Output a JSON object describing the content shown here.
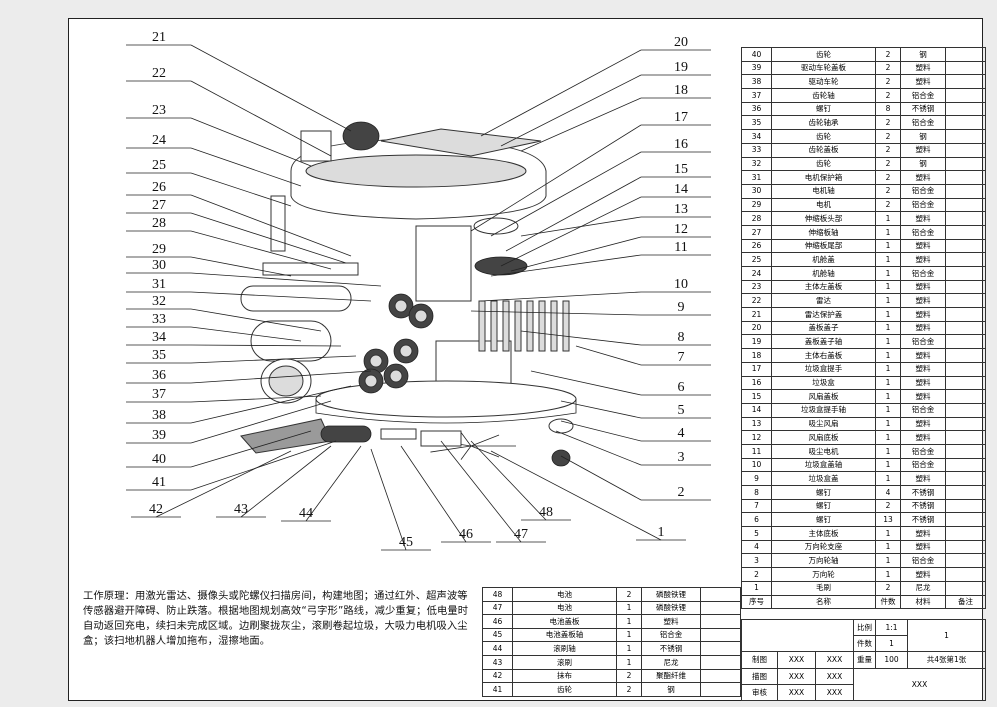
{
  "callouts": [
    "1",
    "2",
    "3",
    "4",
    "5",
    "6",
    "7",
    "8",
    "9",
    "10",
    "11",
    "12",
    "13",
    "14",
    "15",
    "16",
    "17",
    "18",
    "19",
    "20",
    "21",
    "22",
    "23",
    "24",
    "25",
    "26",
    "27",
    "28",
    "29",
    "30",
    "31",
    "32",
    "33",
    "34",
    "35",
    "36",
    "37",
    "38",
    "39",
    "40",
    "41",
    "42",
    "43",
    "44",
    "45",
    "46",
    "47",
    "48"
  ],
  "parts_right": [
    [
      "40",
      "齿轮",
      "2",
      "钢",
      ""
    ],
    [
      "39",
      "驱动车轮盖板",
      "2",
      "塑料",
      ""
    ],
    [
      "38",
      "驱动车轮",
      "2",
      "塑料",
      ""
    ],
    [
      "37",
      "齿轮轴",
      "2",
      "铝合金",
      ""
    ],
    [
      "36",
      "螺钉",
      "8",
      "不锈钢",
      ""
    ],
    [
      "35",
      "齿轮轴承",
      "2",
      "铝合金",
      ""
    ],
    [
      "34",
      "齿轮",
      "2",
      "钢",
      ""
    ],
    [
      "33",
      "齿轮盖板",
      "2",
      "塑料",
      ""
    ],
    [
      "32",
      "齿轮",
      "2",
      "钢",
      ""
    ],
    [
      "31",
      "电机保护箱",
      "2",
      "塑料",
      ""
    ],
    [
      "30",
      "电机轴",
      "2",
      "铝合金",
      ""
    ],
    [
      "29",
      "电机",
      "2",
      "铝合金",
      ""
    ],
    [
      "28",
      "伸缩板头部",
      "1",
      "塑料",
      ""
    ],
    [
      "27",
      "伸缩板轴",
      "1",
      "铝合金",
      ""
    ],
    [
      "26",
      "伸缩板尾部",
      "1",
      "塑料",
      ""
    ],
    [
      "25",
      "机舱盖",
      "1",
      "塑料",
      ""
    ],
    [
      "24",
      "机舱轴",
      "1",
      "铝合金",
      ""
    ],
    [
      "23",
      "主体左盖板",
      "1",
      "塑料",
      ""
    ],
    [
      "22",
      "雷达",
      "1",
      "塑料",
      ""
    ],
    [
      "21",
      "雷达保护盖",
      "1",
      "塑料",
      ""
    ],
    [
      "20",
      "盖板盖子",
      "1",
      "塑料",
      ""
    ],
    [
      "19",
      "盖板盖子轴",
      "1",
      "铝合金",
      ""
    ],
    [
      "18",
      "主体右盖板",
      "1",
      "塑料",
      ""
    ],
    [
      "17",
      "垃圾盒提手",
      "1",
      "塑料",
      ""
    ],
    [
      "16",
      "垃圾盒",
      "1",
      "塑料",
      ""
    ],
    [
      "15",
      "风扇盖板",
      "1",
      "塑料",
      ""
    ],
    [
      "14",
      "垃圾盒提手轴",
      "1",
      "铝合金",
      ""
    ],
    [
      "13",
      "吸尘风扇",
      "1",
      "塑料",
      ""
    ],
    [
      "12",
      "风扇底板",
      "1",
      "塑料",
      ""
    ],
    [
      "11",
      "吸尘电机",
      "1",
      "铝合金",
      ""
    ],
    [
      "10",
      "垃圾盒盖轴",
      "1",
      "铝合金",
      ""
    ],
    [
      "9",
      "垃圾盒盖",
      "1",
      "塑料",
      ""
    ],
    [
      "8",
      "螺钉",
      "4",
      "不锈钢",
      ""
    ],
    [
      "7",
      "螺钉",
      "2",
      "不锈钢",
      ""
    ],
    [
      "6",
      "螺钉",
      "13",
      "不锈钢",
      ""
    ],
    [
      "5",
      "主体底板",
      "1",
      "塑料",
      ""
    ],
    [
      "4",
      "万向轮支座",
      "1",
      "塑料",
      ""
    ],
    [
      "3",
      "万向轮轴",
      "1",
      "铝合金",
      ""
    ],
    [
      "2",
      "万向轮",
      "1",
      "塑料",
      ""
    ],
    [
      "1",
      "毛刷",
      "2",
      "尼龙",
      ""
    ]
  ],
  "parts_right_header": [
    "序号",
    "名称",
    "件数",
    "材料",
    "备注"
  ],
  "parts_bottom": [
    [
      "48",
      "电池",
      "2",
      "磷酸铁锂",
      ""
    ],
    [
      "47",
      "电池",
      "1",
      "磷酸铁锂",
      ""
    ],
    [
      "46",
      "电池盖板",
      "1",
      "塑料",
      ""
    ],
    [
      "45",
      "电池盖板轴",
      "1",
      "铝合金",
      ""
    ],
    [
      "44",
      "滚刷轴",
      "1",
      "不锈钢",
      ""
    ],
    [
      "43",
      "滚刷",
      "1",
      "尼龙",
      ""
    ],
    [
      "42",
      "抹布",
      "2",
      "聚酯纤维",
      ""
    ],
    [
      "41",
      "齿轮",
      "2",
      "钢",
      ""
    ]
  ],
  "title_block": {
    "scale_label": "比例",
    "scale_value": "1:1",
    "count_label": "件数",
    "count_value": "1",
    "sheet_code": "1",
    "drawn_label": "制图",
    "drafted_label": "描图",
    "checked_label": "审核",
    "placeholder": "XXX",
    "weight_label": "重量",
    "weight_value": "100",
    "sheets": "共4张第1张"
  },
  "working_principle": "工作原理：用激光雷达、摄像头或陀螺仪扫描房间，构建地图；通过红外、超声波等传感器避开障碍、防止跌落。根据地图规划高效“弓字形”路线，减少重复；低电量时自动返回充电，续扫未完成区域。边刷聚拢灰尘，滚刷卷起垃圾，大吸力电机吸入尘盒；该扫地机器人增加拖布，湿擦地面。"
}
